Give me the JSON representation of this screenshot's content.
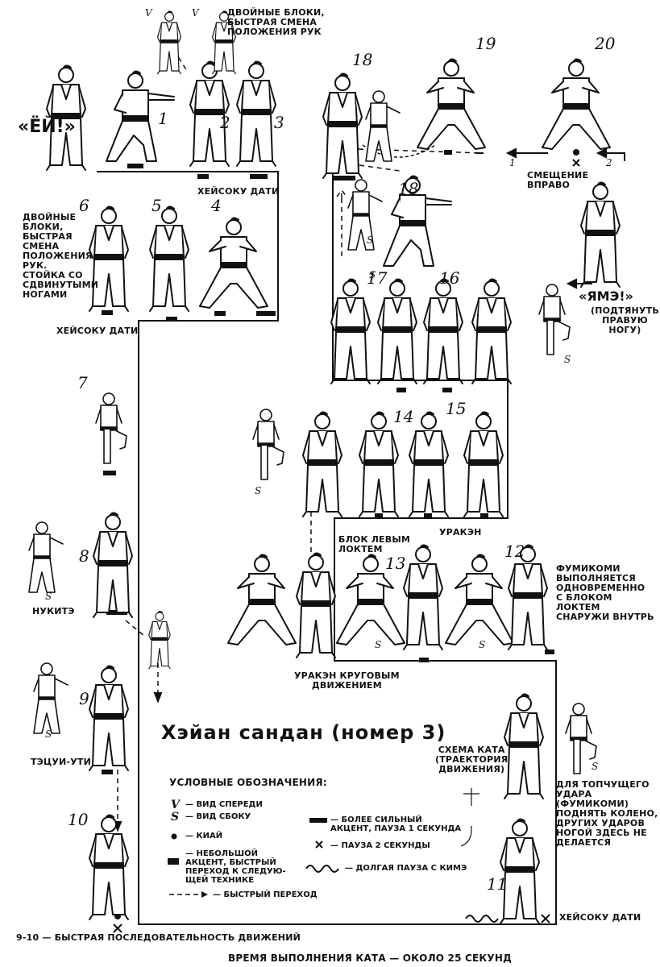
{
  "title": "Хэйан сандан (номер 3)",
  "labels": {
    "ei": "«ЁЙ!»",
    "double_blocks_top": "Двойные блоки,\nбыстрая смена\nположения рук",
    "heisoku_dati_top": "Хейсоку дати",
    "double_blocks_left": "Двойные\nблоки,\nбыстрая\nсмена\nположения\nрук.\nСтойка со\nсдвинутыми\nногами",
    "heisoku_dati_left": "Хейсоку дати",
    "nukite": "Нукитэ",
    "tetsui_uti": "Тэцуи-ути",
    "shift_right": "Смещение\nвправо",
    "yame": "«ЯМЭ!»",
    "yame_sub": "(подтянуть\nправую\nногу)",
    "block_left_elbow": "Блок левым\nлоктем",
    "uraken": "Уракэн",
    "fumikomi": "Фумикоми\nвыполняется\nодновременно\nс блоком\nлоктем\nснаружи внутрь",
    "uraken_circular": "Уракэн круговым\nдвижением",
    "scheme": "Схема ката\n(траектория\nдвижения)",
    "fumikomi_note": "Для топчущего\nудара (фумикоми)\nподнять колено,\nдругих ударов\nногой здесь не\nделается",
    "heisoku_dati_bottom": "Хейсоку дати",
    "footer_sequence": "9-10 — быстрая последовательность движений",
    "footer_time": "Время выполнения ката — около 25 секунд"
  },
  "legend": {
    "heading": "Условные обозначения:",
    "items": [
      {
        "symbol": "V",
        "text": "— вид спереди"
      },
      {
        "symbol": "S",
        "text": "— вид сбоку"
      },
      {
        "symbol": "●",
        "text": "— киай"
      },
      {
        "symbol": "■",
        "text": "— небольшой\nакцент, быстрый\nпереход к следую-\nщей технике"
      },
      {
        "symbol": "- - →",
        "text": "— быстрый переход"
      },
      {
        "symbol": "▬",
        "text": "— более сильный\nакцент, пауза 1 секунда"
      },
      {
        "symbol": "×",
        "text": "— пауза 2 секунды"
      },
      {
        "symbol": "∿∿",
        "text": "— долгая пауза с кимэ"
      }
    ]
  },
  "figure_numbers": [
    "1",
    "2",
    "3",
    "4",
    "5",
    "6",
    "7",
    "8",
    "9",
    "10",
    "11",
    "12",
    "13",
    "14",
    "15",
    "16",
    "17",
    "18",
    "18",
    "19",
    "20"
  ],
  "view_marks": {
    "v": "V",
    "s": "S"
  }
}
